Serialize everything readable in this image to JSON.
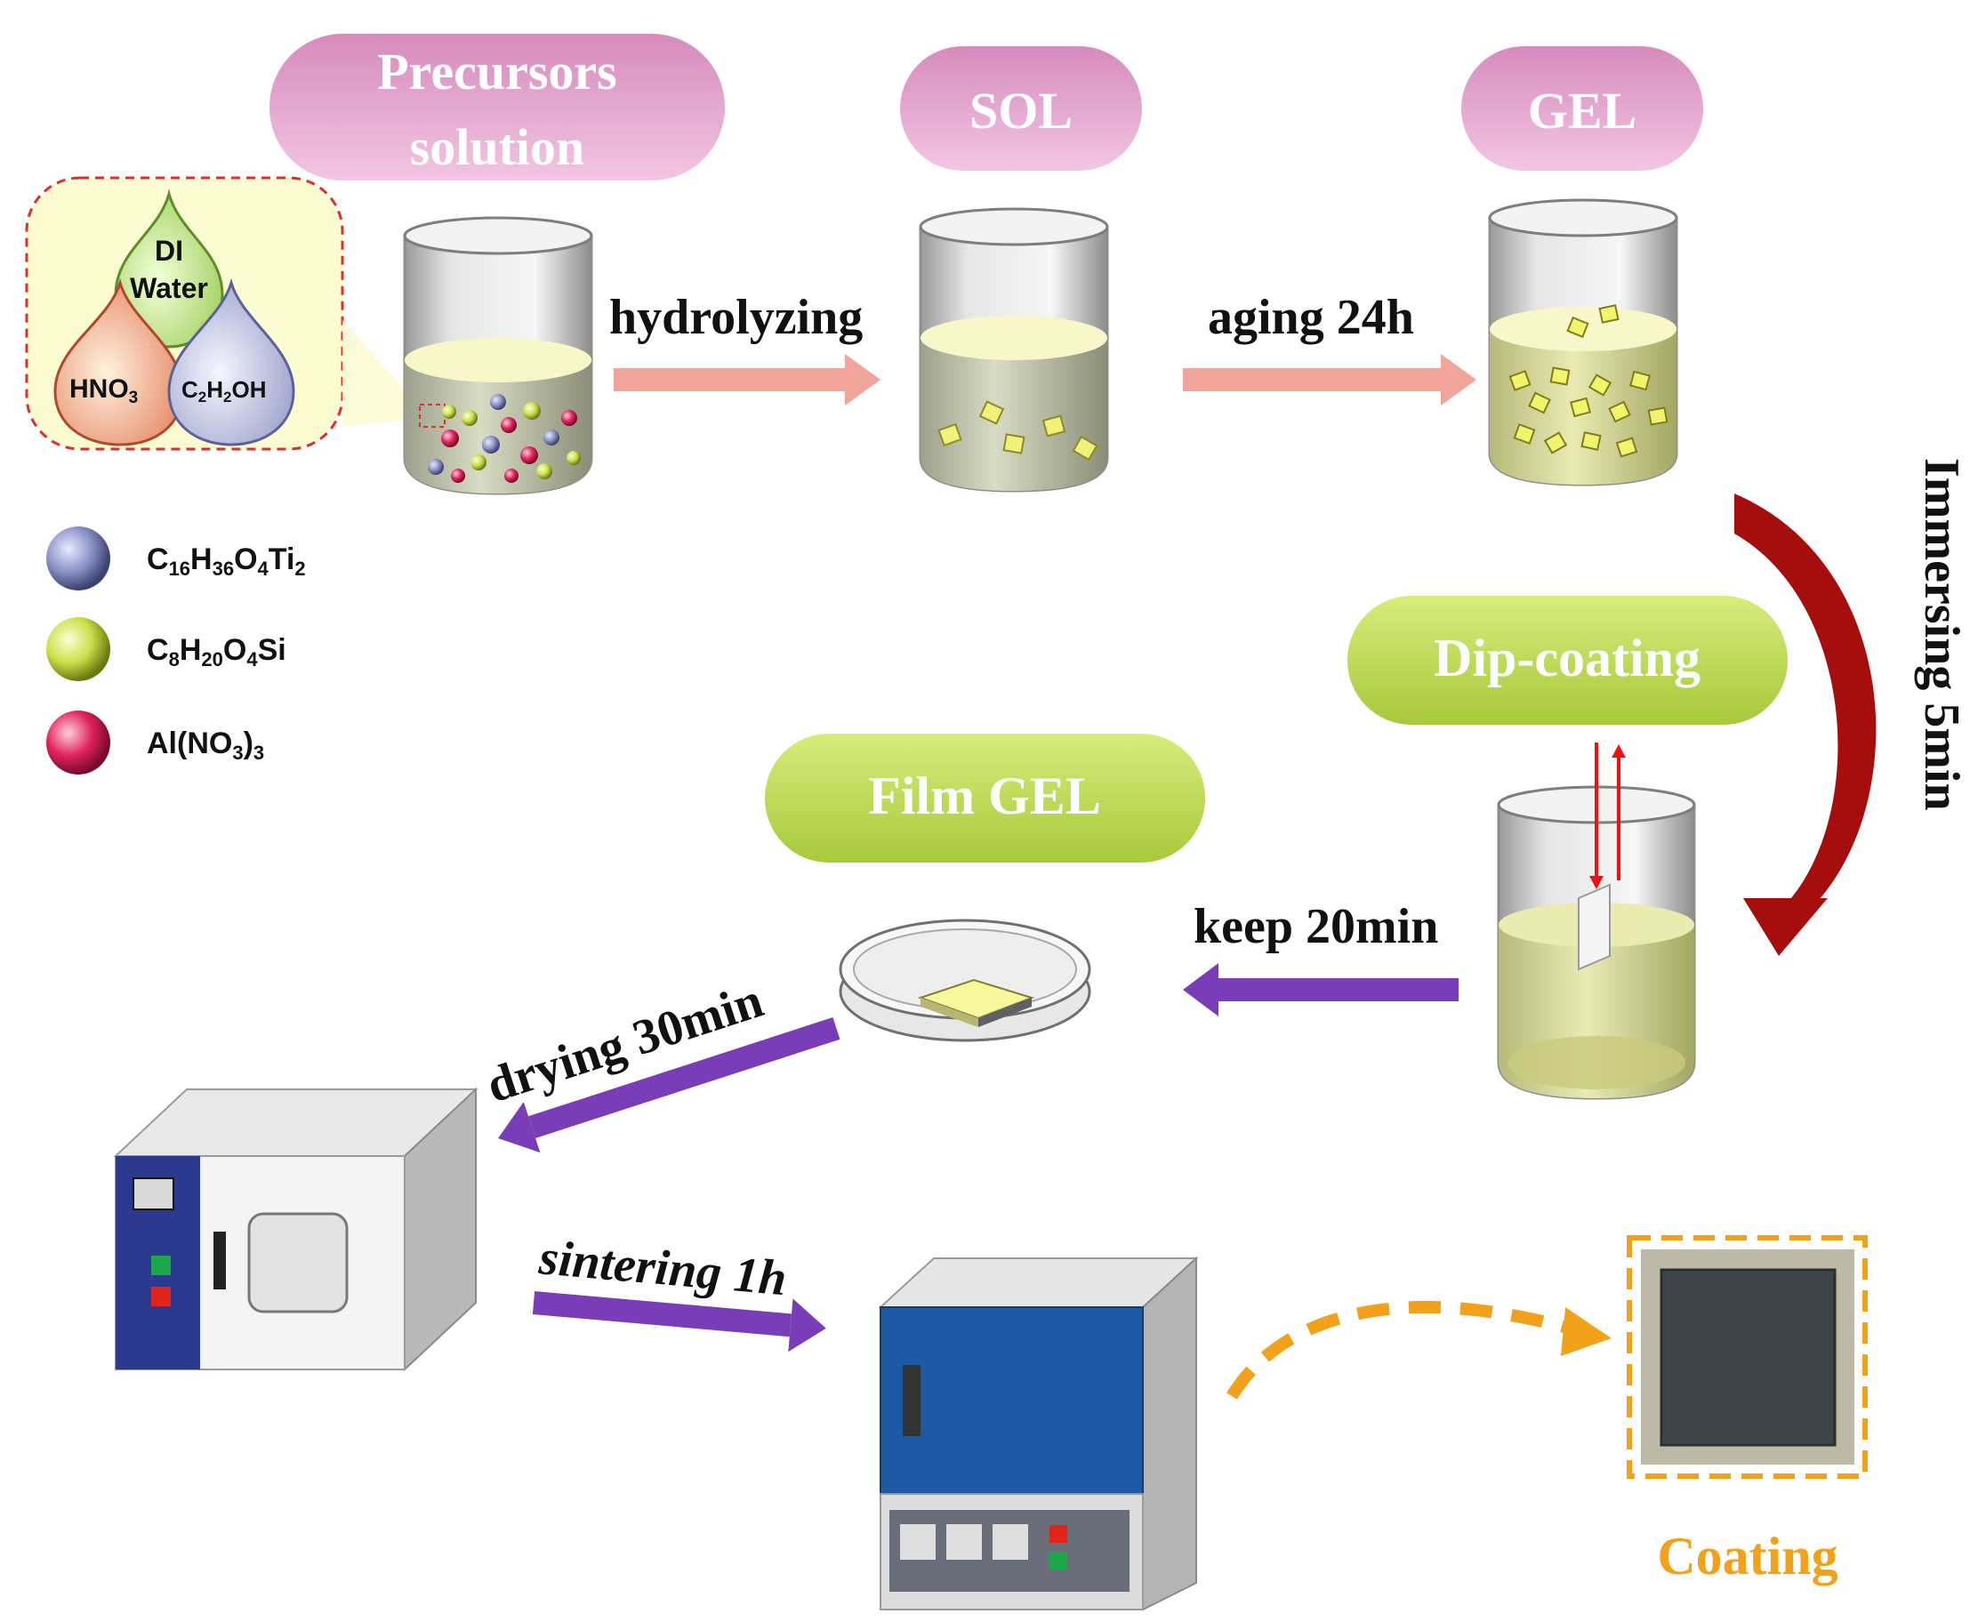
{
  "stages": {
    "precursors_line1": "Precursors",
    "precursors_line2": "solution",
    "sol": "SOL",
    "gel": "GEL",
    "dip_coating": "Dip-coating",
    "film_gel": "Film GEL"
  },
  "steps": {
    "hydrolyzing": "hydrolyzing",
    "aging": "aging 24h",
    "immersing": "Immersing 5min",
    "keep": "keep 20min",
    "drying": "drying 30min",
    "sintering": "sintering 1h"
  },
  "drops": {
    "di_line1": "DI",
    "di_line2": "Water",
    "hno3": "HNO",
    "hno3_sub": "3",
    "ethanol_a": "C",
    "ethanol_sub1": "2",
    "ethanol_b": "H",
    "ethanol_sub2": "2",
    "ethanol_c": "OH"
  },
  "legend": {
    "ti": {
      "a": "C",
      "s1": "16",
      "b": "H",
      "s2": "36",
      "c": "O",
      "s3": "4",
      "d": "Ti",
      "s4": "2"
    },
    "si": {
      "a": "C",
      "s1": "8",
      "b": "H",
      "s2": "20",
      "c": "O",
      "s3": "4",
      "d": "Si"
    },
    "al": {
      "a": "Al(NO",
      "s1": "3",
      "b": ")",
      "s2": "3"
    }
  },
  "result": {
    "label": "Coating"
  },
  "colors": {
    "pill_pink": "#e9a9d0",
    "pill_green": "#bfdc5a",
    "arrow_salmon": "#f0a49a",
    "arrow_purple": "#7a3db8",
    "arrow_red": "#a60d0d",
    "dashed_orange": "#f2a21a",
    "furnace_blue": "#1d5aa3",
    "oven_panel": "#2b3a8f",
    "particle_ti": "#8b93c9",
    "particle_si": "#cde04a",
    "particle_al": "#e0245e"
  },
  "icons": [
    "beaker-icon",
    "petri-dish-icon",
    "oven-icon",
    "furnace-icon",
    "coating-sample-photo"
  ]
}
